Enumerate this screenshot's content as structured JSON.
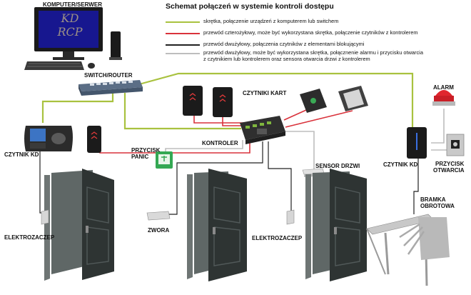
{
  "title": "Schemat połączeń w systemie kontroli dostępu",
  "legend": [
    {
      "color": "#a9c23f",
      "text": "skrętka, połączenie urządzeń z komputerem lub switchem"
    },
    {
      "color": "#d9323b",
      "text": "przewód czterożyłowy, może być wykorzystana skrętka, połączenie czytników z kontrolerem"
    },
    {
      "color": "#222222",
      "text": "przewód dwużyłowy, połączenia czytników z elementami blokującymi"
    },
    {
      "color": "#bdbdbd",
      "text": "przewód dwużyłowy, może być wykorzystana skrętka, połącznenie alarmu i przycisku otwarcia",
      "text2": "z czytnikiem lub kontrolerem oraz sensora otwarcia drzwi z kontrolerem"
    }
  ],
  "labels": {
    "computer": "KOMPUTER/SERWER",
    "monitor_line1": "KD",
    "monitor_line2": "RCP",
    "switch": "SWITCH/ROUTER",
    "card_readers": "CZYTNIKI KART",
    "alarm": "ALARM",
    "reader_kd_left": "CZYTNIK KD",
    "controller": "KONTROLER",
    "panic_line1": "PRZYCISK",
    "panic_line2": "PANIC",
    "door_sensor": "SENSOR DRZWI",
    "reader_kd_right": "CZYTNIK KD",
    "open_button_line1": "PRZYCISK",
    "open_button_line2": "OTWARCIA",
    "turnstile_line1": "BRAMKA",
    "turnstile_line2": "OBROTOWA",
    "strike_left": "ELEKTROZACZEP",
    "maglock": "ZWORA",
    "strike_right": "ELEKTROZACZEP"
  },
  "colors": {
    "network": "#a9c23f",
    "four_wire": "#d9323b",
    "two_wire": "#222222",
    "aux": "#bdbdbd",
    "door": "#2e3433",
    "monitor_screen": "#17178f"
  }
}
